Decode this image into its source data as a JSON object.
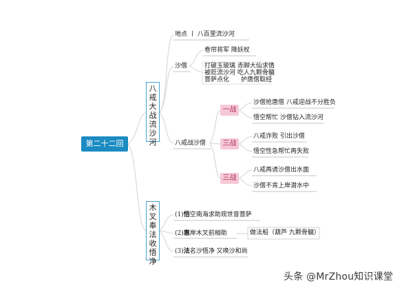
{
  "root": {
    "label": "第二十二回"
  },
  "branch1": {
    "label": "八戒大战流沙河",
    "location": "地点 丨 八百里流沙河",
    "sha_seng": {
      "label": "沙僧",
      "identity": "卷帘将军 降妖杖",
      "story_line1": "打破玉玻璃 赤脚大仙求情",
      "story_line2": "被贬流沙河 吃人九颗骨髓",
      "story_line3": "菩萨点化",
      "story_line3_right": "护唐僧取经"
    },
    "fight": {
      "label": "八戒战沙僧",
      "round1": {
        "tag": "一战",
        "line1": "沙僧抢唐僧 八戒迎战不分胜负",
        "line2": "悟空帮忙 沙僧钻入流沙河"
      },
      "round2": {
        "tag": "三战",
        "line1": "八戒诈败 引出沙僧",
        "line2": "悟空性急帮忙再失败"
      },
      "round3": {
        "tag": "三战",
        "line1": "八戒再诱沙僧出水面",
        "line2": "沙僧不肯上岸潜水中"
      }
    }
  },
  "branch2": {
    "label": "木叉奉法收悟净",
    "item1": {
      "num": "(1)",
      "key": "悟",
      "text": "空南海求助观世音菩萨"
    },
    "item2": {
      "num": "(2)",
      "key": "惠",
      "text": "岸木叉前相助",
      "detail": "做法船（葫芦 九颗骨髓）"
    },
    "item3": {
      "num": "(3)",
      "key": "法",
      "text": "名沙悟净 又唤沙和尚"
    }
  },
  "watermark": {
    "text": "头条 @MrZhou知识课堂"
  }
}
